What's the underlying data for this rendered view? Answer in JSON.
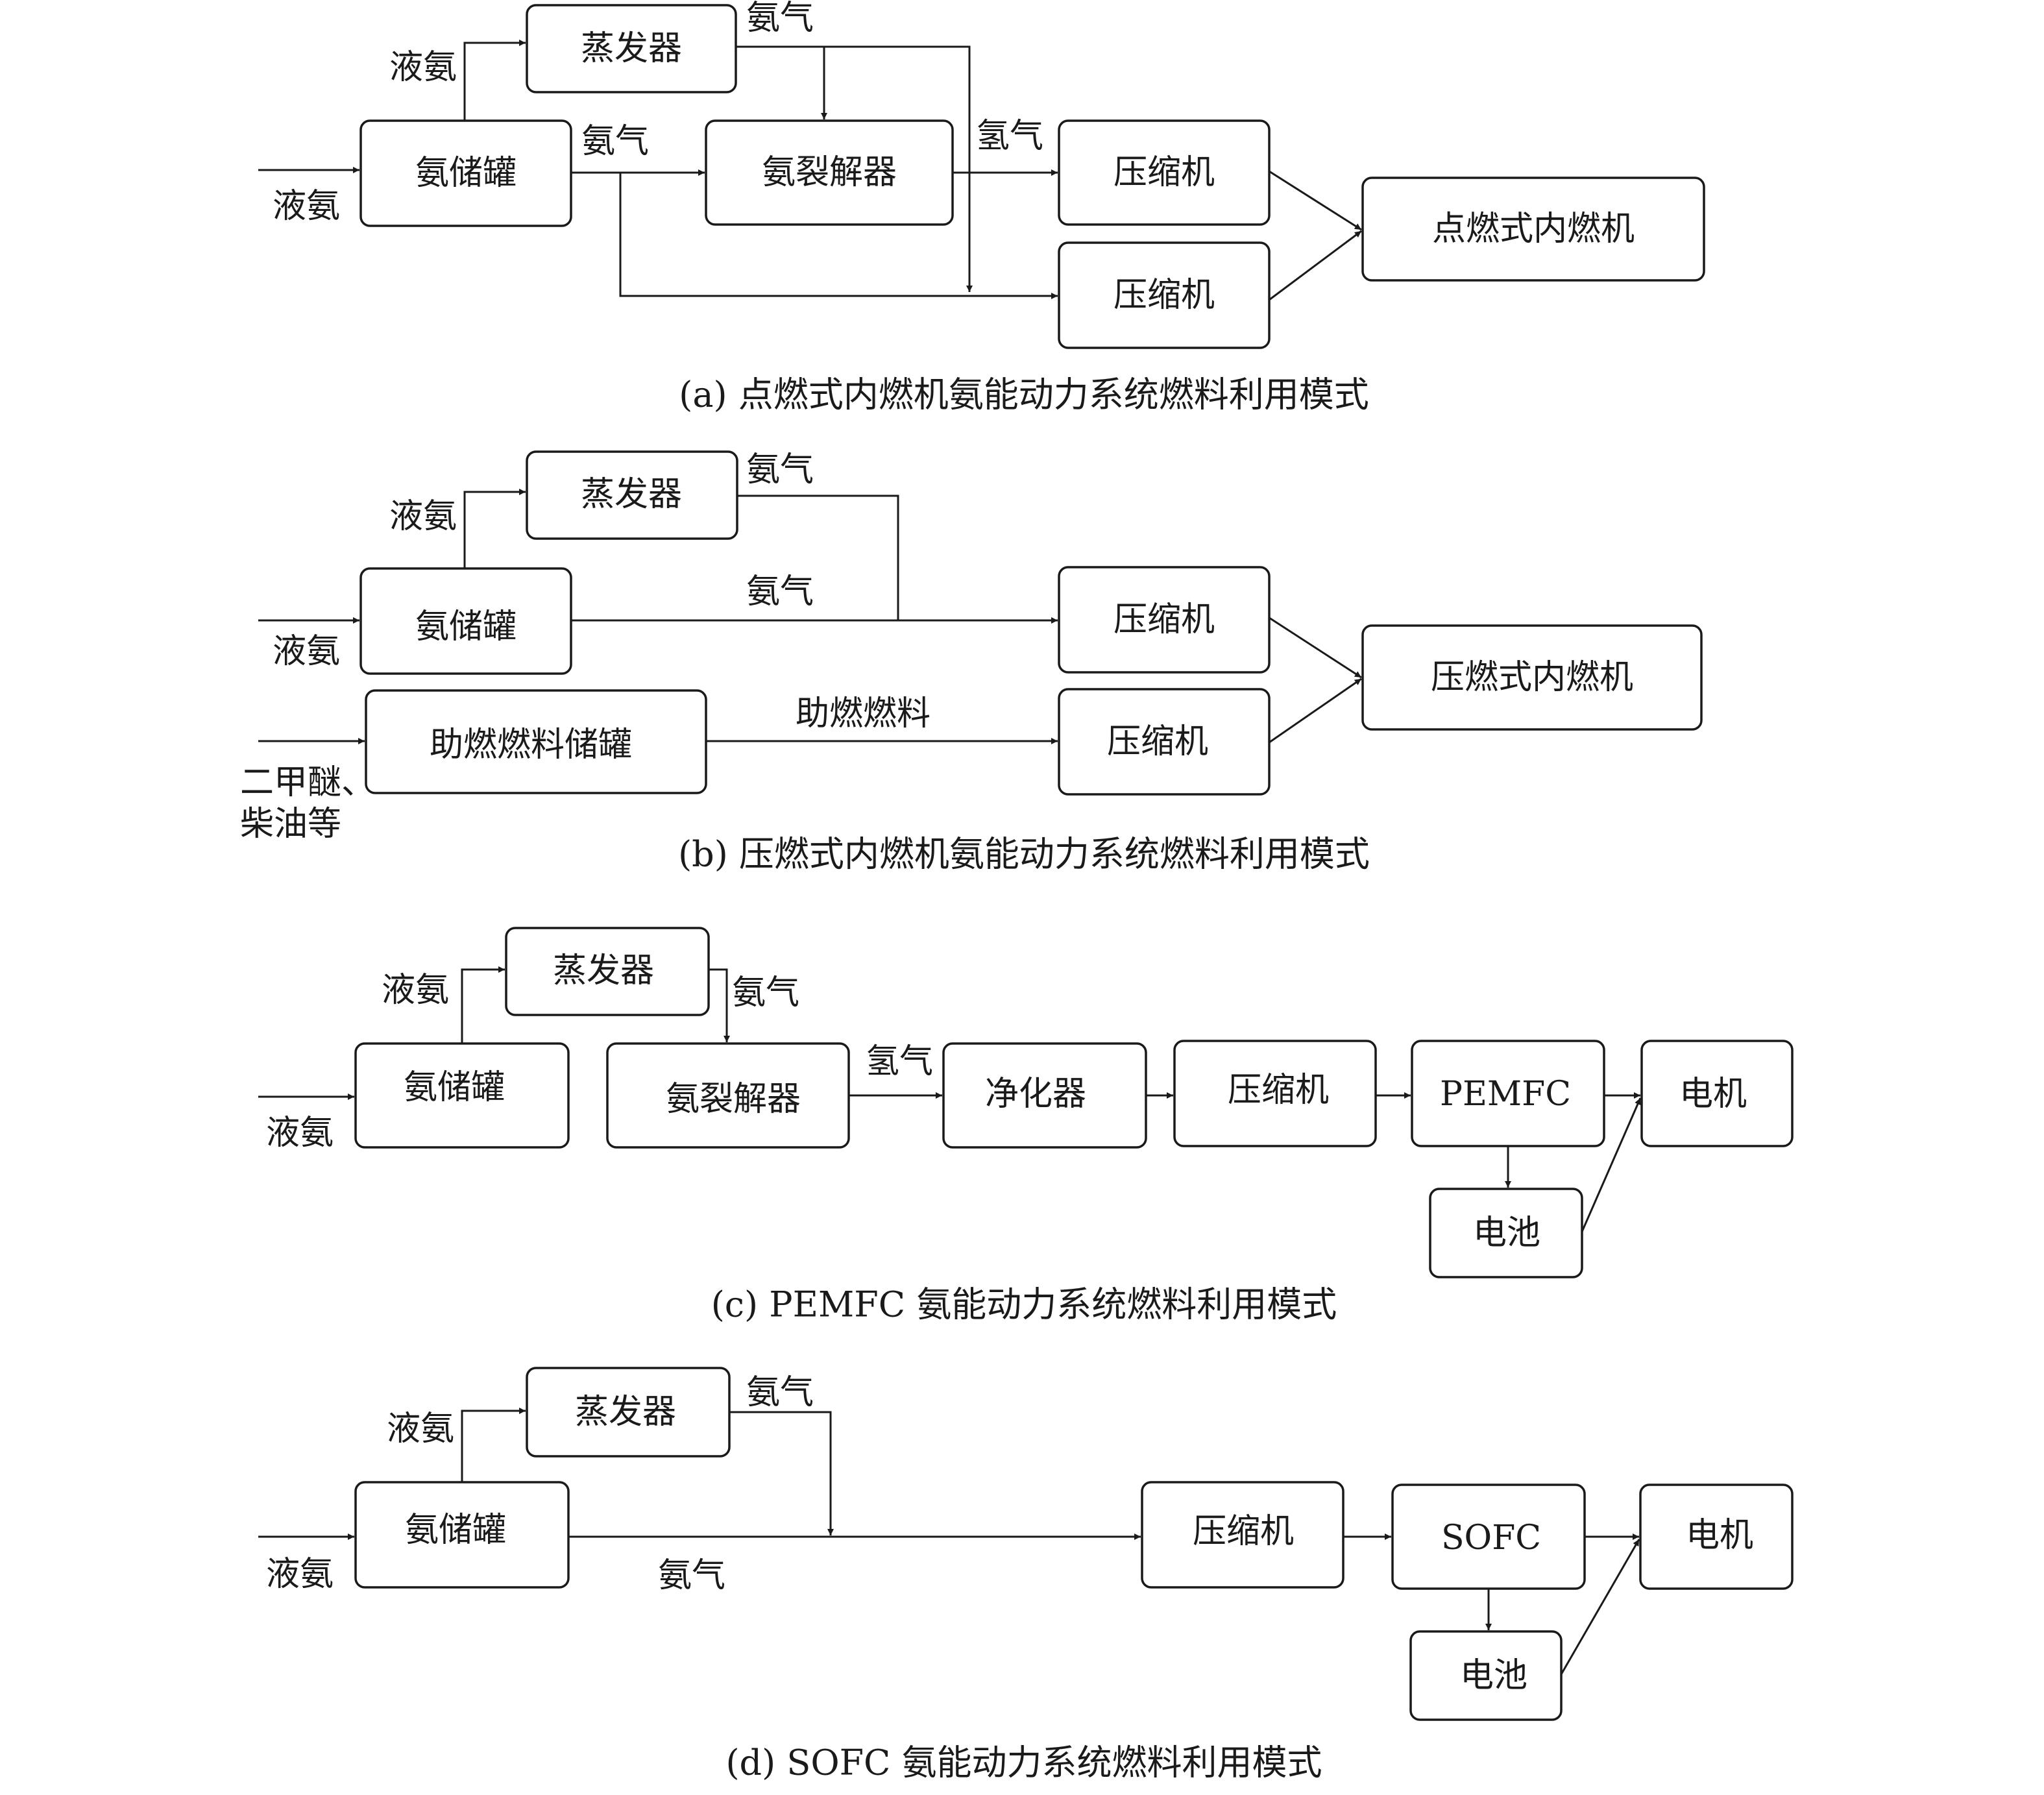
{
  "panel_a": {
    "caption": "(a) 点燃式内燃机氨能动力系统燃料利用模式",
    "tank": "氨储罐",
    "evaporator": "蒸发器",
    "cracker": "氨裂解器",
    "compressor_top": "压缩机",
    "compressor_bottom": "压缩机",
    "engine": "点燃式内燃机",
    "label_input": "液氨",
    "label_tank_to_evap": "液氨",
    "label_evap_out": "氨气",
    "label_tank_out": "氨气",
    "label_hydrogen": "氢气"
  },
  "panel_b": {
    "caption": "(b) 压燃式内燃机氨能动力系统燃料利用模式",
    "tank": "氨储罐",
    "evaporator": "蒸发器",
    "aux_tank": "助燃燃料储罐",
    "compressor_top": "压缩机",
    "compressor_bottom": "压缩机",
    "engine": "压燃式内燃机",
    "label_input": "液氨",
    "label_tank_to_evap": "液氨",
    "label_evap_out": "氨气",
    "label_tank_out": "氨气",
    "label_aux_fuel": "助燃燃料",
    "label_aux_input_1": "二甲醚、",
    "label_aux_input_2": "柴油等"
  },
  "panel_c": {
    "caption": "(c) PEMFC 氨能动力系统燃料利用模式",
    "tank": "氨储罐",
    "evaporator": "蒸发器",
    "cracker": "氨裂解器",
    "purifier": "净化器",
    "compressor": "压缩机",
    "fuel_cell": "PEMFC",
    "motor": "电机",
    "battery": "电池",
    "label_input": "液氨",
    "label_tank_to_evap": "液氨",
    "label_evap_out": "氨气",
    "label_hydrogen": "氢气"
  },
  "panel_d": {
    "caption": "(d) SOFC 氨能动力系统燃料利用模式",
    "tank": "氨储罐",
    "evaporator": "蒸发器",
    "compressor": "压缩机",
    "fuel_cell": "SOFC",
    "motor": "电机",
    "battery": "电池",
    "label_input": "液氨",
    "label_tank_to_evap": "液氨",
    "label_evap_out": "氨气",
    "label_tank_out": "氨气"
  }
}
